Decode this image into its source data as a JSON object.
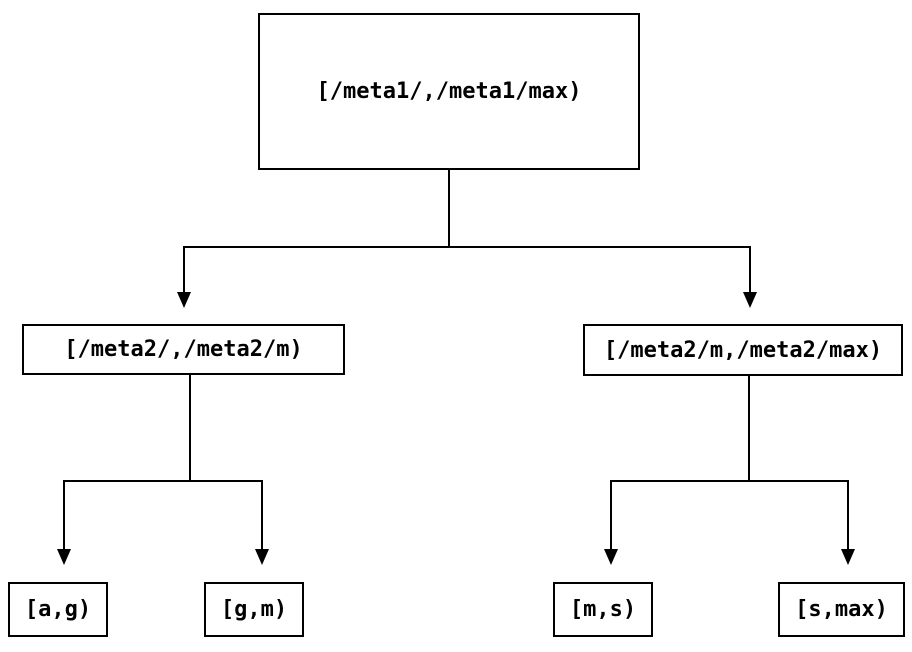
{
  "colors": {
    "background": "#ffffff",
    "line": "#000000",
    "text": "#000000",
    "node_border": "#000000",
    "node_fill": "#ffffff"
  },
  "tree": {
    "root": {
      "label": "[/meta1/,/meta1/max)"
    },
    "children": [
      {
        "label": "[/meta2/,/meta2/m)",
        "children": [
          {
            "label": "[a,g)"
          },
          {
            "label": "[g,m)"
          }
        ]
      },
      {
        "label": "[/meta2/m,/meta2/max)",
        "children": [
          {
            "label": "[m,s)"
          },
          {
            "label": "[s,max)"
          }
        ]
      }
    ]
  }
}
